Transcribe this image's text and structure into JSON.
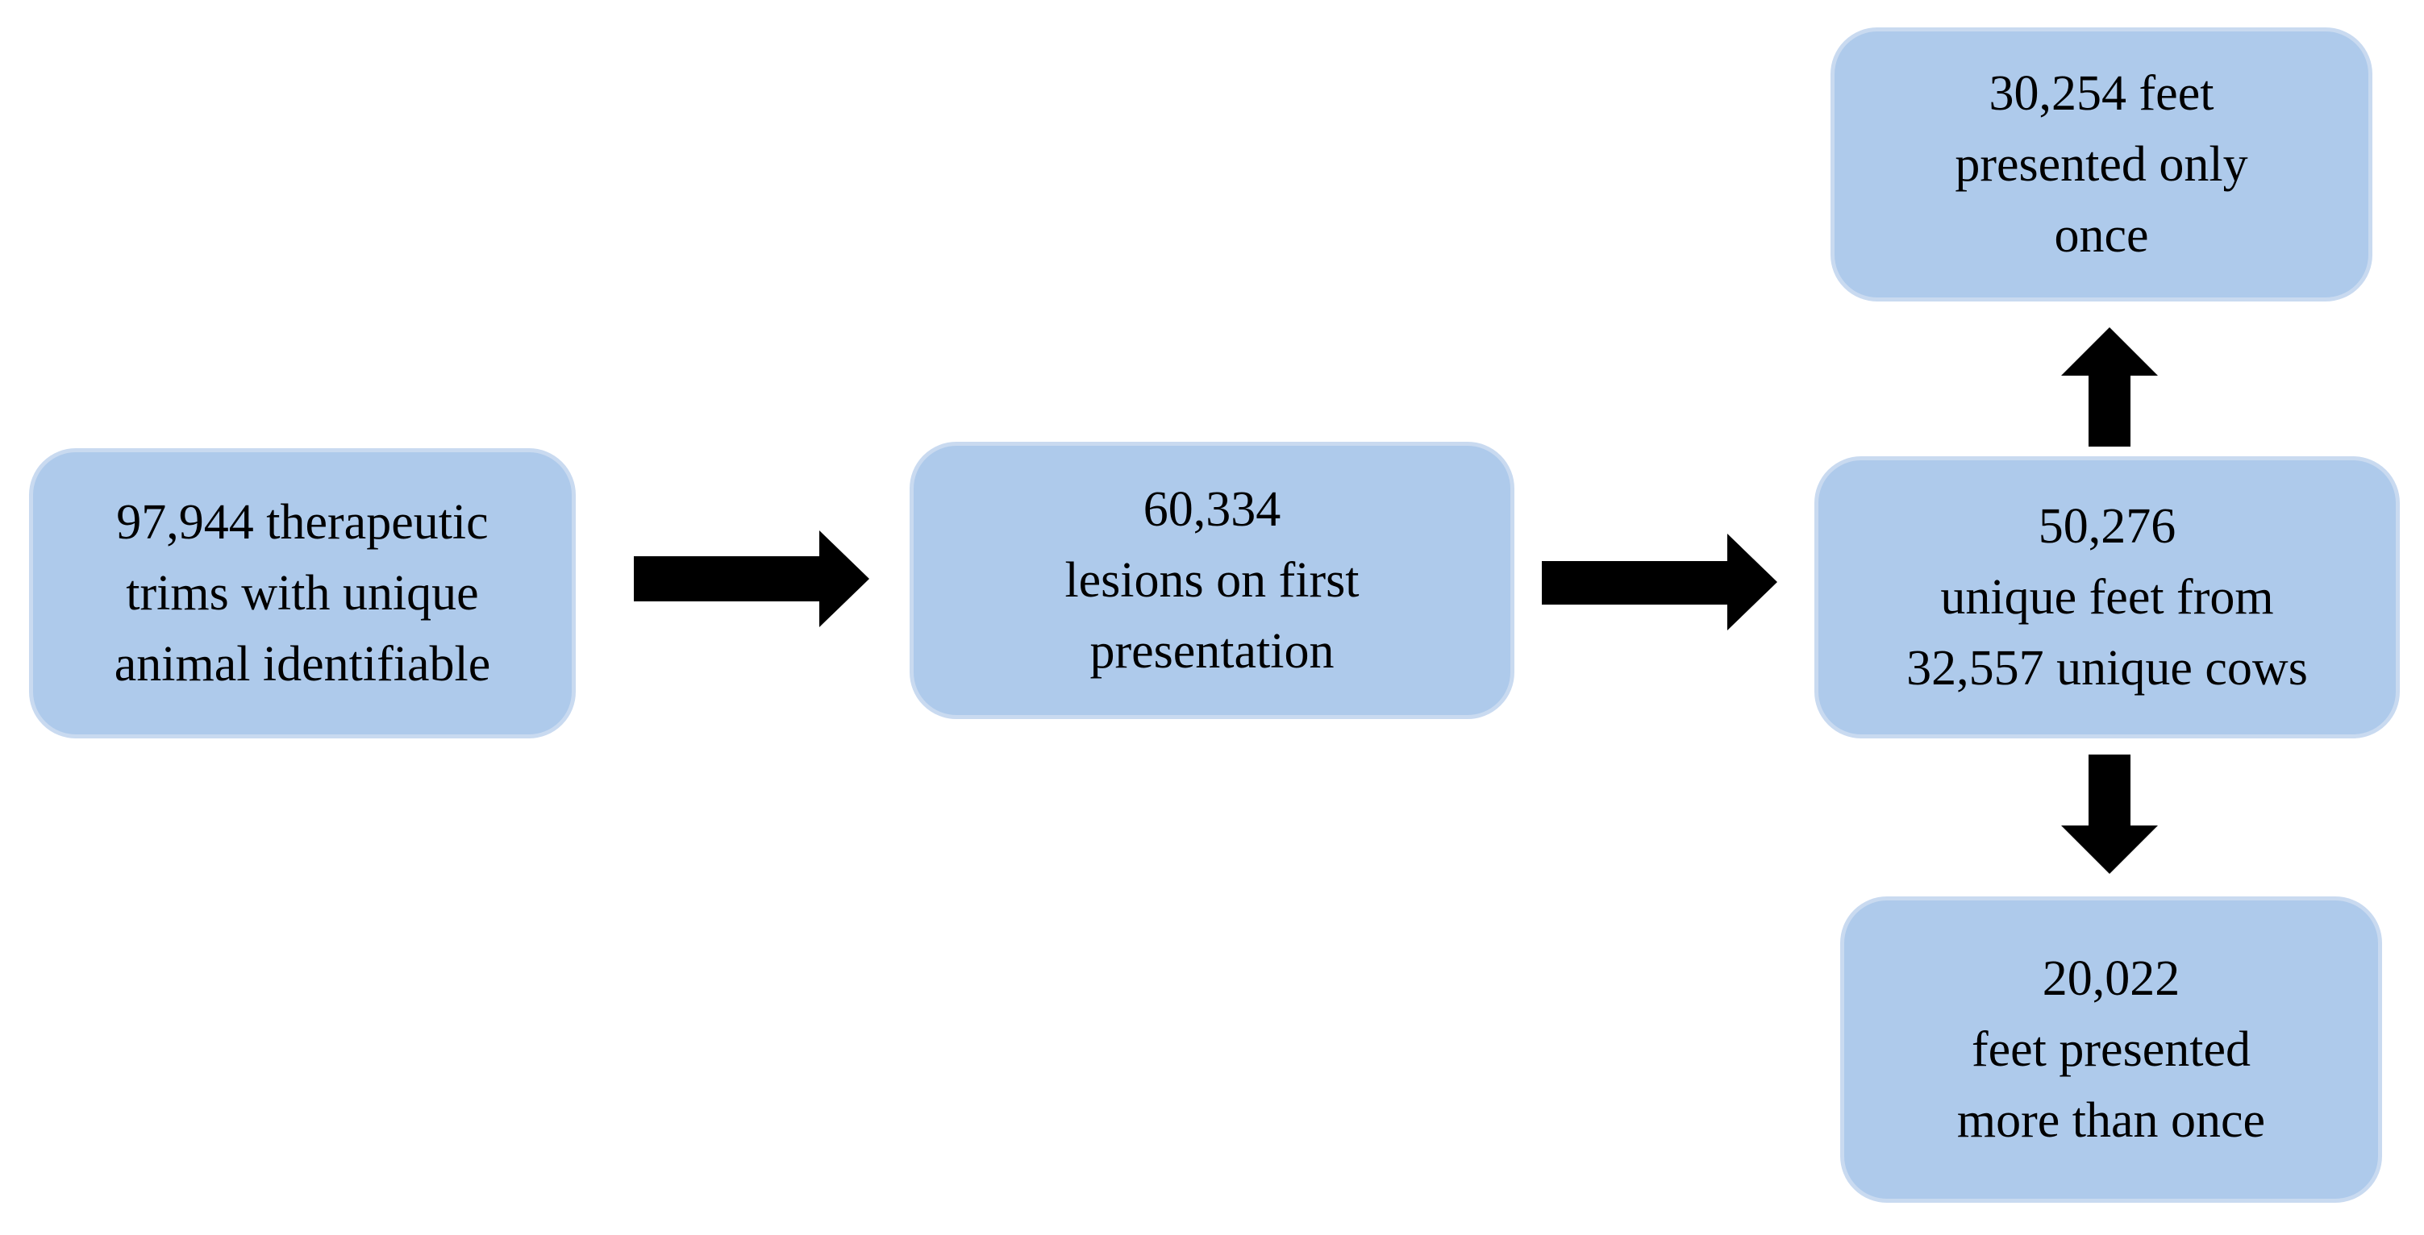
{
  "colors": {
    "box_fill": "#aecaeb",
    "box_border": "#c9daf0",
    "arrow": "#000000",
    "text": "#000000",
    "background": "#ffffff"
  },
  "flowchart": {
    "trims": {
      "lines": [
        "97,944 therapeutic",
        "trims with unique",
        "animal identifiable"
      ]
    },
    "lesions": {
      "lines": [
        "60,334",
        "lesions on first",
        "presentation"
      ]
    },
    "unique_feet": {
      "lines": [
        "50,276",
        "unique feet from",
        "32,557 unique cows"
      ]
    },
    "presented_once": {
      "lines": [
        "30,254 feet",
        "presented only",
        "once"
      ]
    },
    "presented_more": {
      "lines": [
        "20,022",
        "feet presented",
        "more than once"
      ]
    }
  }
}
